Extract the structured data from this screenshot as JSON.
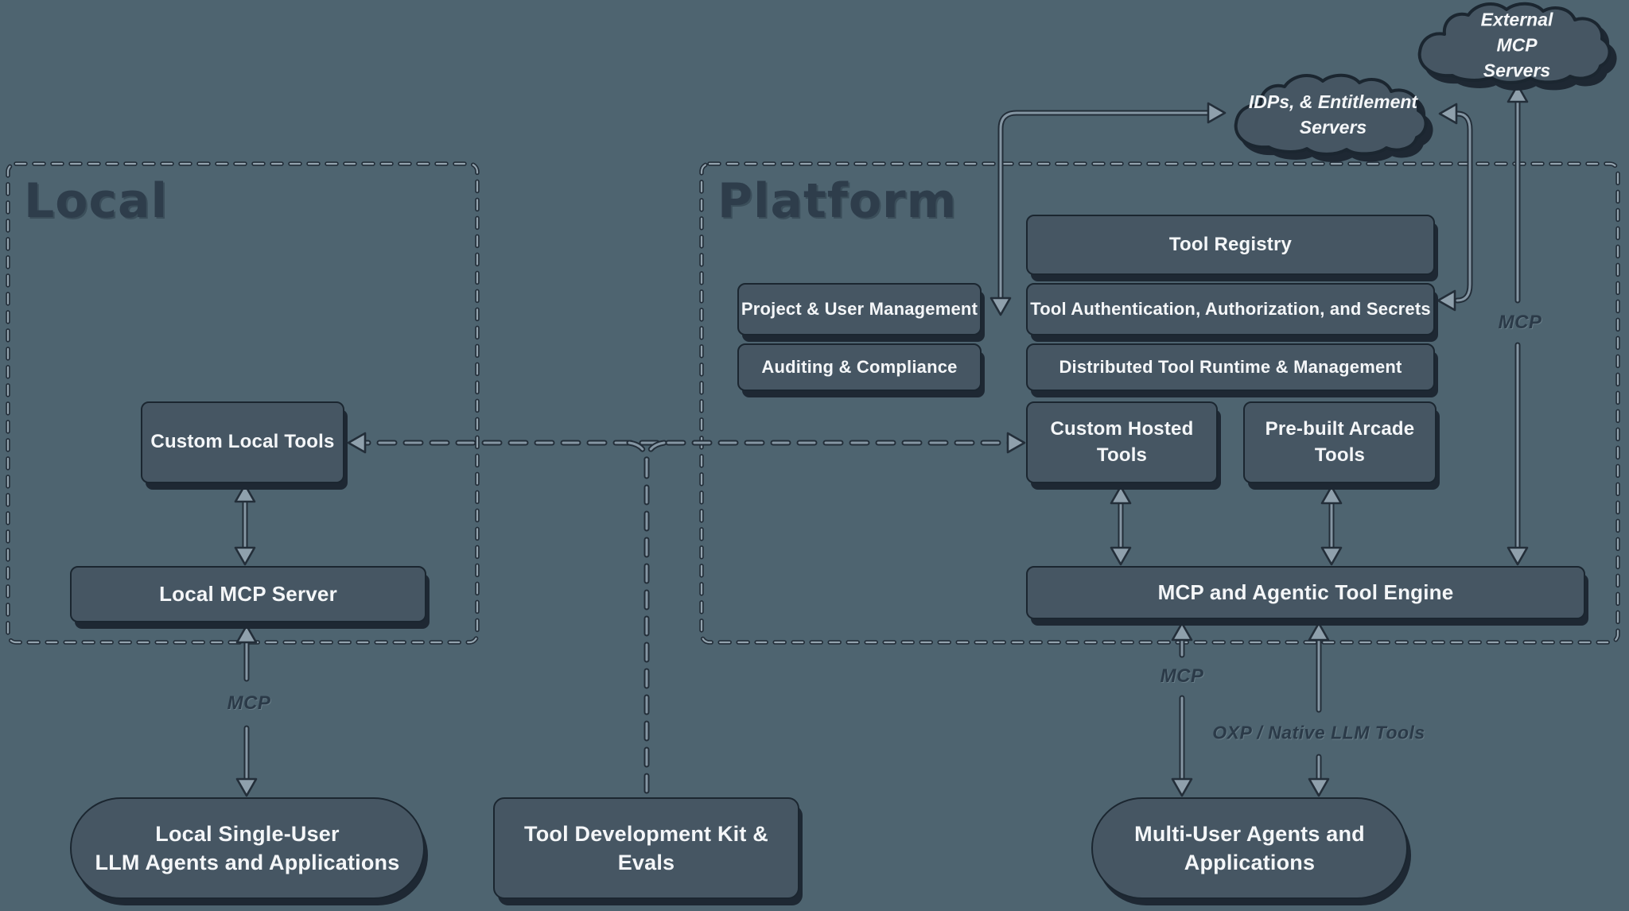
{
  "containers": {
    "local": {
      "title": "Local"
    },
    "platform": {
      "title": "Platform"
    }
  },
  "clouds": {
    "external_mcp": {
      "label": "External MCP Servers"
    },
    "idps": {
      "line1": "IDPs, & Entitlement",
      "line2": "Servers"
    }
  },
  "boxes": {
    "tool_registry": {
      "label": "Tool Registry"
    },
    "project_user_management": {
      "label": "Project & User Management"
    },
    "tool_auth": {
      "label": "Tool Authentication, Authorization, and Secrets"
    },
    "auditing_compliance": {
      "label": "Auditing & Compliance"
    },
    "distributed_runtime": {
      "label": "Distributed Tool Runtime & Management"
    },
    "custom_local_tools": {
      "label": "Custom Local Tools"
    },
    "custom_hosted_tools": {
      "label": "Custom Hosted Tools"
    },
    "prebuilt_arcade_tools": {
      "label": "Pre-built Arcade Tools"
    },
    "local_mcp_server": {
      "label": "Local MCP Server"
    },
    "mcp_agentic_engine": {
      "label": "MCP and Agentic Tool Engine"
    },
    "local_agents": {
      "line1": "Local Single-User",
      "line2": "LLM Agents and Applications"
    },
    "tool_dev_kit": {
      "label": "Tool Development Kit & Evals"
    },
    "multi_user_agents": {
      "line1": "Multi-User Agents and",
      "line2": "Applications"
    }
  },
  "edge_labels": {
    "local_mcp": "MCP",
    "engine_mcp": "MCP",
    "external_mcp": "MCP",
    "oxp": "OXP / Native LLM Tools"
  },
  "colors": {
    "background": "#4e6470",
    "node_fill": "#465663",
    "node_border": "#1b2630",
    "shadow": "#1e2833",
    "text_light": "#f4f6f8",
    "text_dark": "#2b3a48",
    "line_dark": "#232e39",
    "line_light": "#8596a3"
  }
}
